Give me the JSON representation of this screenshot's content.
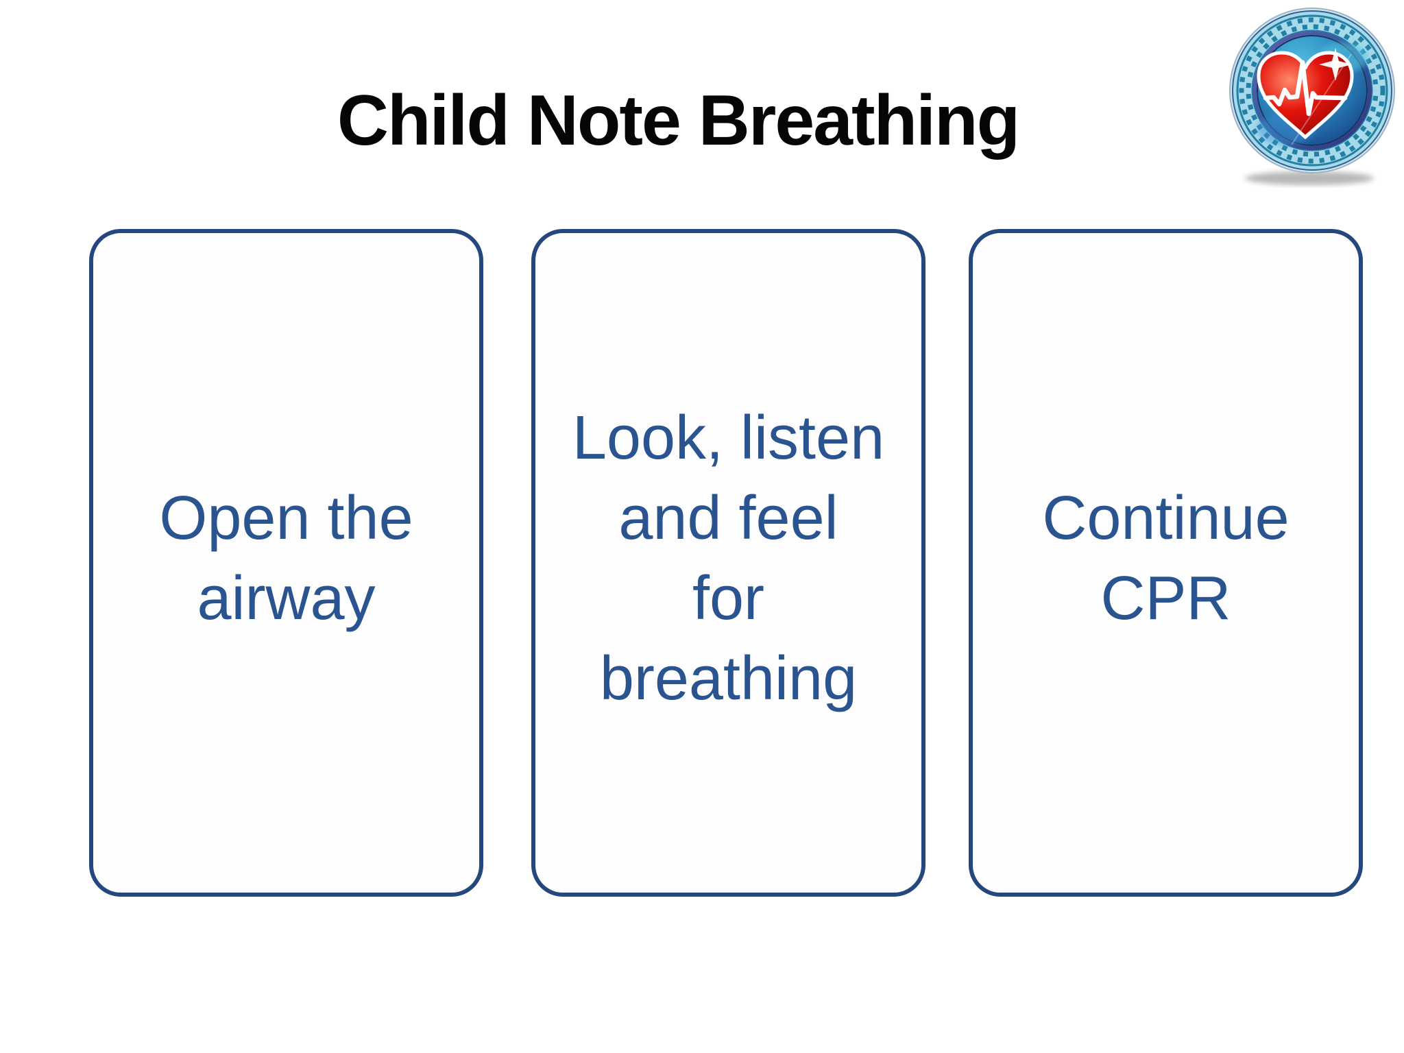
{
  "page": {
    "title": "Child Note Breathing",
    "background": "#ffffff"
  },
  "logo": {
    "name": "heart-ecg-medallion",
    "description": "glossy red heart with white ECG heartbeat trace inside a circular blue medallion with greek-key border",
    "colors": {
      "band_background": "#a6d9ea",
      "band_pattern": "#2380a4",
      "inner_field_top": "#55c0e0",
      "inner_field_bottom": "#143f84",
      "heart": "#e3140c",
      "ecg_line": "#ffffff"
    }
  },
  "boxes": [
    {
      "label": "Open the airway",
      "lines": [
        "Open the",
        "airway"
      ]
    },
    {
      "label": "Look, listen and feel for breathing",
      "lines": [
        "Look, listen",
        "and feel",
        "for",
        "breathing"
      ]
    },
    {
      "label": "Continue CPR",
      "lines": [
        "Continue",
        "CPR"
      ]
    }
  ],
  "colors": {
    "title_text": "#060606",
    "box_border": "#24477d",
    "box_text": "#2a5490"
  }
}
